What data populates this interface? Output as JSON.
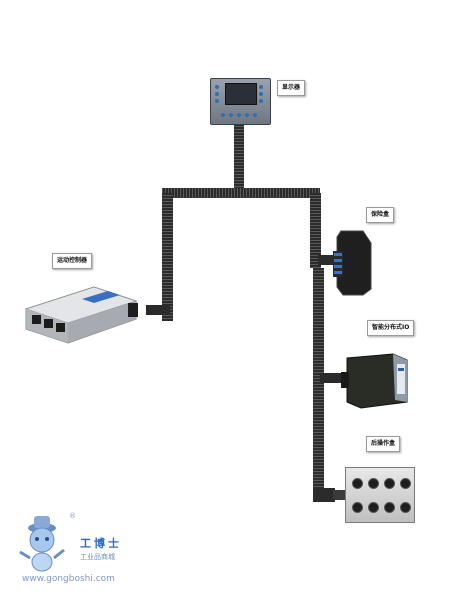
{
  "labels": {
    "display": "显示器",
    "fuse_box": "保险盒",
    "distributed_io": "智能分布式IO",
    "motion_controller": "运动控制器",
    "rear_panel": "后操作盒"
  },
  "watermark": {
    "brand": "工博士",
    "subtitle": "工业品商城",
    "url": "www.gongboshi.com",
    "registered": "®"
  },
  "colors": {
    "cable": "#2b2b2b",
    "callout_border": "#9a9a9a",
    "watermark_blue": "#2a6bbf",
    "display_buttons": "#2e6fb5"
  },
  "icons": {
    "display": "display-panel-icon",
    "controller": "motion-controller-icon",
    "fuse_box": "fuse-box-icon",
    "io": "io-module-icon",
    "rear_panel": "control-panel-icon",
    "mascot": "robot-mascot-icon"
  }
}
